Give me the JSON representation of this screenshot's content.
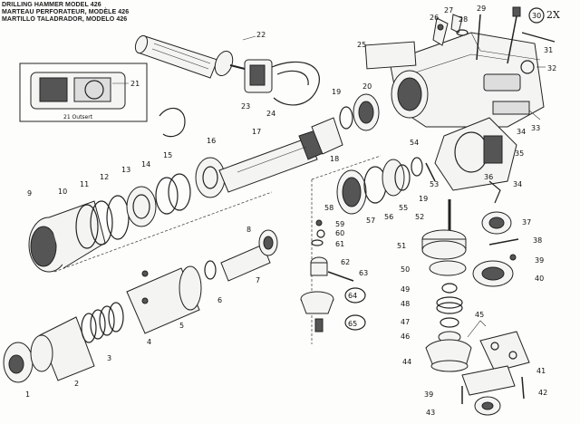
{
  "header": {
    "line1": "DRILLING HAMMER MODEL 426",
    "line2": "MARTEAU PERFORATEUR, MODÈLE 426",
    "line3": "MARTILLO TALADRADOR, MODELO 426"
  },
  "inset": {
    "caption": "21 Outsert",
    "label": "21"
  },
  "annotation": {
    "handwritten": "2X"
  },
  "parts": {
    "p1": "1",
    "p2": "2",
    "p3": "3",
    "p4": "4",
    "p5": "5",
    "p6": "6",
    "p7": "7",
    "p8": "8",
    "p9": "9",
    "p10": "10",
    "p11": "11",
    "p12": "12",
    "p13": "13",
    "p14": "14",
    "p15": "15",
    "p16": "16",
    "p17": "17",
    "p18": "18",
    "p19": "19",
    "p19b": "19",
    "p20": "20",
    "p22": "22",
    "p23": "23",
    "p24": "24",
    "p25": "25",
    "p26": "26",
    "p27": "27",
    "p28": "28",
    "p29": "29",
    "p30": "30",
    "p31": "31",
    "p32": "32",
    "p33": "33",
    "p34": "34",
    "p34b": "34",
    "p35": "35",
    "p36": "36",
    "p37": "37",
    "p38": "38",
    "p39": "39",
    "p39b": "39",
    "p40": "40",
    "p41": "41",
    "p42": "42",
    "p43": "43",
    "p44": "44",
    "p45": "45",
    "p46": "46",
    "p47": "47",
    "p48": "48",
    "p49": "49",
    "p50": "50",
    "p51": "51",
    "p52": "52",
    "p53": "53",
    "p54": "54",
    "p55": "55",
    "p56": "56",
    "p57": "57",
    "p58": "58",
    "p59": "59",
    "p60": "60",
    "p61": "61",
    "p62": "62",
    "p63": "63",
    "p64": "64",
    "p65": "65"
  }
}
